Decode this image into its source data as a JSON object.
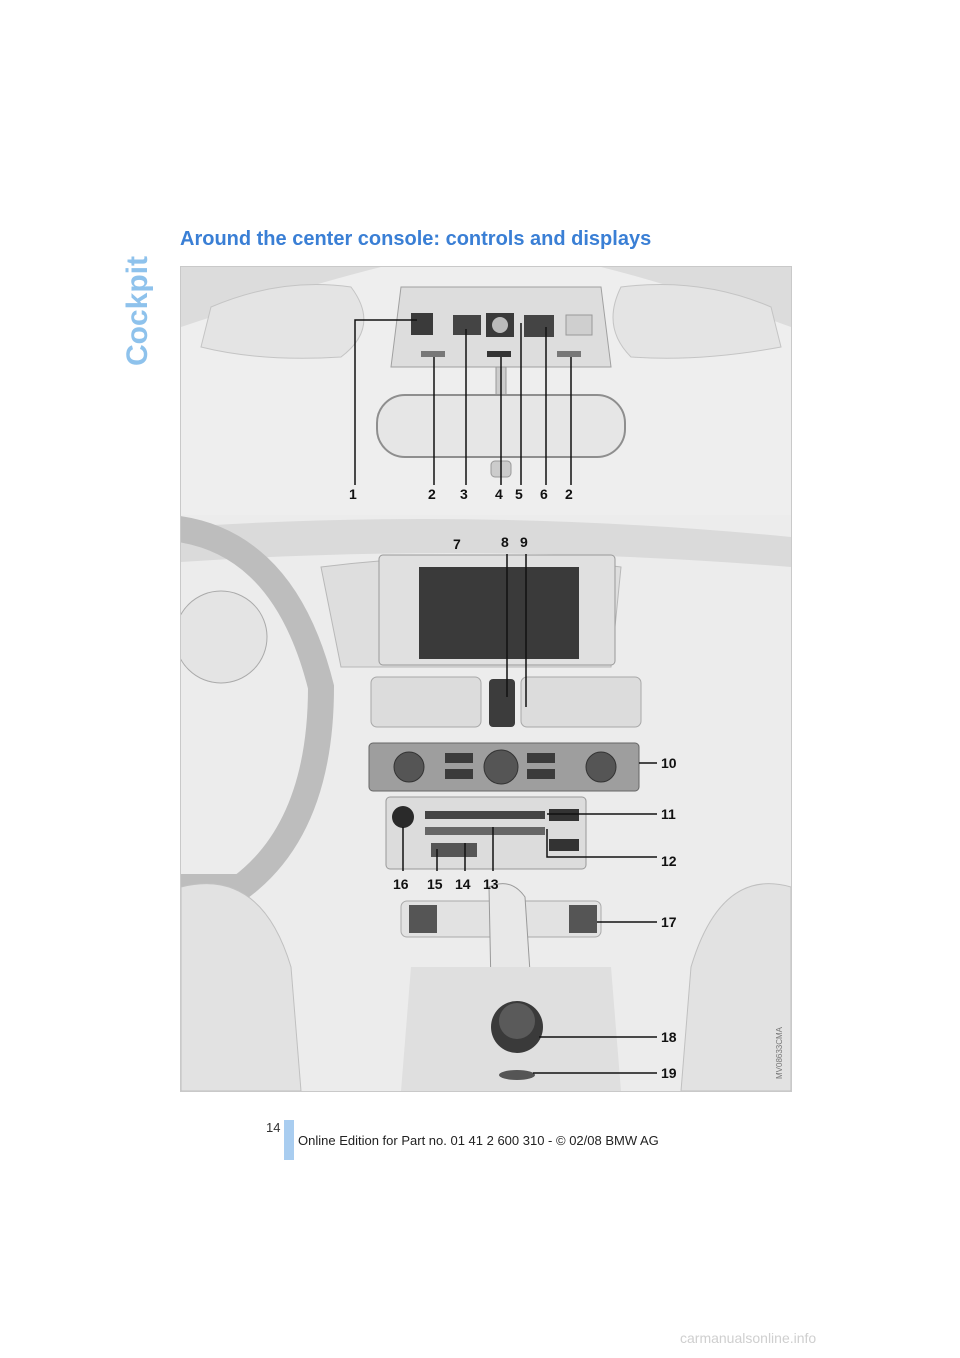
{
  "section_tab": "Cockpit",
  "title": "Around the center console: controls and displays",
  "callouts": {
    "c1": "1",
    "c2a": "2",
    "c3": "3",
    "c4": "4",
    "c5": "5",
    "c6": "6",
    "c2b": "2",
    "c7": "7",
    "c8": "8",
    "c9": "9",
    "c10": "10",
    "c11": "11",
    "c12": "12",
    "c16": "16",
    "c15": "15",
    "c14": "14",
    "c13": "13",
    "c17": "17",
    "c18": "18",
    "c19": "19"
  },
  "figure_code": "MV08633CMA",
  "page_number": "14",
  "footer": "Online Edition for Part no. 01 41 2 600 310 - © 02/08 BMW AG",
  "site_watermark": "carmanualsonline.info",
  "colors": {
    "accent": "#3a7fd5",
    "footer_bar": "#a9cdf0"
  }
}
